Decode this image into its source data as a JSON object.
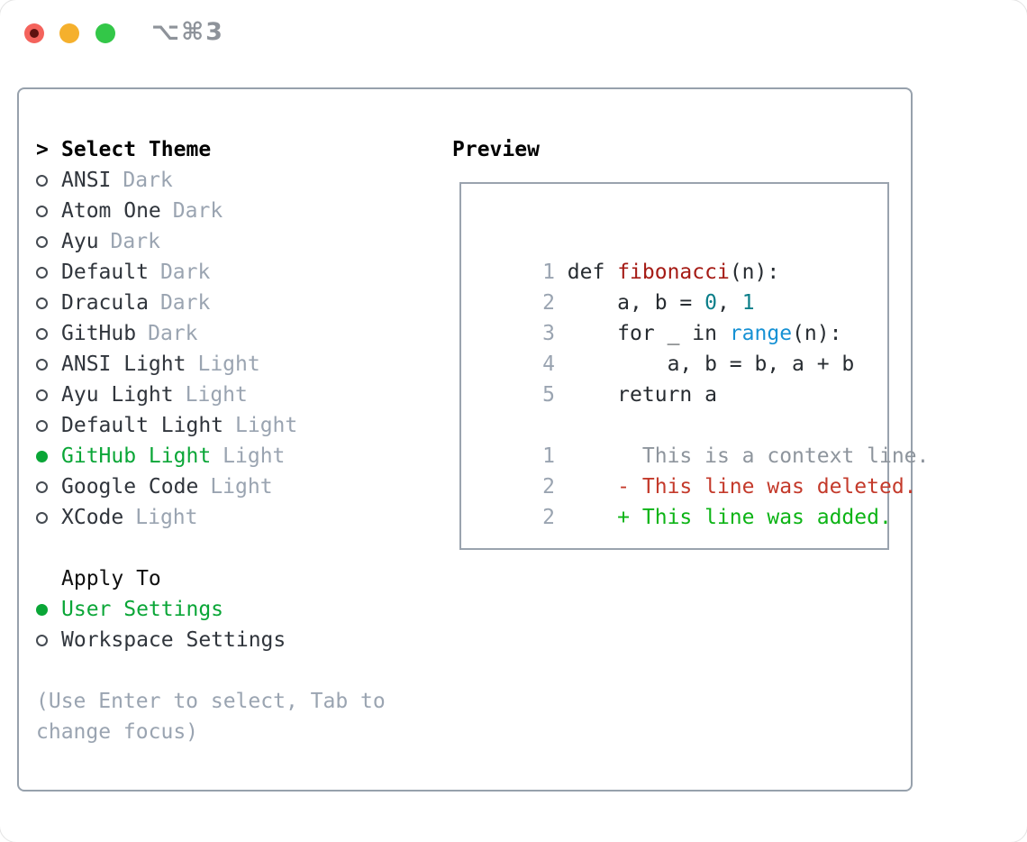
{
  "window": {
    "title": "⌥⌘3",
    "traffic_lights": {
      "close": "#f4635c",
      "minimize": "#f5b02d",
      "zoom": "#33c748"
    }
  },
  "theme_picker": {
    "header": "Select Theme",
    "cursor": ">",
    "themes": [
      {
        "name": "ANSI",
        "variant": "Dark",
        "selected": false
      },
      {
        "name": "Atom One",
        "variant": "Dark",
        "selected": false
      },
      {
        "name": "Ayu",
        "variant": "Dark",
        "selected": false
      },
      {
        "name": "Default",
        "variant": "Dark",
        "selected": false
      },
      {
        "name": "Dracula",
        "variant": "Dark",
        "selected": false
      },
      {
        "name": "GitHub",
        "variant": "Dark",
        "selected": false
      },
      {
        "name": "ANSI Light",
        "variant": "Light",
        "selected": false
      },
      {
        "name": "Ayu Light",
        "variant": "Light",
        "selected": false
      },
      {
        "name": "Default Light",
        "variant": "Light",
        "selected": false
      },
      {
        "name": "GitHub Light",
        "variant": "Light",
        "selected": true
      },
      {
        "name": "Google Code",
        "variant": "Light",
        "selected": false
      },
      {
        "name": "XCode",
        "variant": "Light",
        "selected": false
      }
    ],
    "apply_to": {
      "header": "Apply To",
      "options": [
        {
          "label": "User Settings",
          "selected": true
        },
        {
          "label": "Workspace Settings",
          "selected": false
        }
      ]
    },
    "hint": "(Use Enter to select, Tab to change focus)"
  },
  "preview": {
    "header": "Preview",
    "code_lines": [
      {
        "segments": [
          {
            "t": "1 ",
            "c": "num"
          },
          {
            "t": "def ",
            "c": "code"
          },
          {
            "t": "fibonacci",
            "c": "func"
          },
          {
            "t": "(n):",
            "c": "code"
          }
        ]
      },
      {
        "segments": [
          {
            "t": "2 ",
            "c": "num"
          },
          {
            "t": "    a, b = ",
            "c": "code"
          },
          {
            "t": "0",
            "c": "lit"
          },
          {
            "t": ", ",
            "c": "code"
          },
          {
            "t": "1",
            "c": "lit"
          }
        ]
      },
      {
        "segments": [
          {
            "t": "3 ",
            "c": "num"
          },
          {
            "t": "    for _ in ",
            "c": "code"
          },
          {
            "t": "range",
            "c": "builtin"
          },
          {
            "t": "(n):",
            "c": "code"
          }
        ]
      },
      {
        "segments": [
          {
            "t": "4 ",
            "c": "num"
          },
          {
            "t": "        a, b = b, a + b",
            "c": "code"
          }
        ]
      },
      {
        "segments": [
          {
            "t": "5 ",
            "c": "num"
          },
          {
            "t": "    return a",
            "c": "code"
          }
        ]
      },
      {
        "segments": []
      },
      {
        "segments": [
          {
            "t": "1 ",
            "c": "num"
          },
          {
            "t": "      This is a context line.",
            "c": "ctx"
          }
        ]
      },
      {
        "segments": [
          {
            "t": "2 ",
            "c": "num"
          },
          {
            "t": "    - This line was deleted.",
            "c": "del"
          }
        ]
      },
      {
        "segments": [
          {
            "t": "2 ",
            "c": "num"
          },
          {
            "t": "    + This line was added.",
            "c": "add"
          }
        ]
      }
    ]
  },
  "colors": {
    "accent_green": "#0aa637",
    "diff_added_green": "#0db416",
    "diff_deleted_red": "#c43a2b",
    "function_red": "#a51b15",
    "number_teal": "#0b7e89",
    "builtin_blue": "#1691d4",
    "muted_gray": "#9aa4b1",
    "panel_border": "#97a1ac"
  }
}
